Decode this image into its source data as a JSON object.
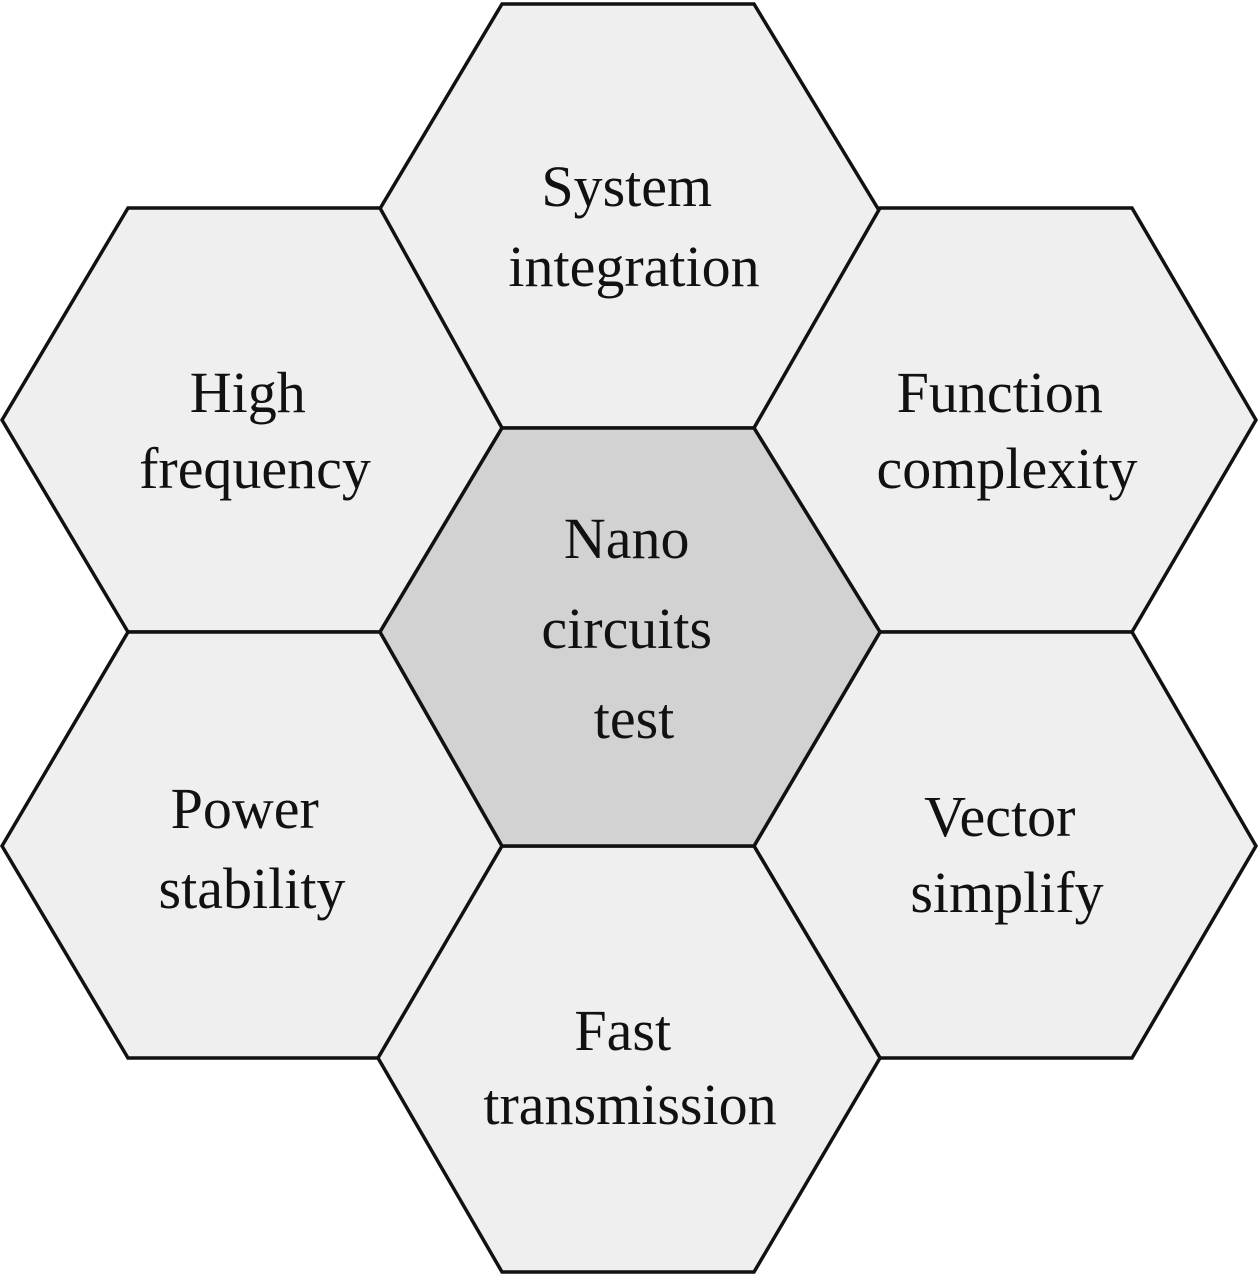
{
  "diagram": {
    "center": {
      "lines": [
        "Nano",
        "circuits",
        "test"
      ],
      "fill": "#d2d2d2"
    },
    "petal_fill": "#efefef",
    "stroke_color": "#111111",
    "petals": [
      {
        "id": "system-integration",
        "lines": [
          "System",
          "integration"
        ]
      },
      {
        "id": "high-frequency",
        "lines": [
          "High",
          "frequency"
        ]
      },
      {
        "id": "function-complexity",
        "lines": [
          "Function",
          "complexity"
        ]
      },
      {
        "id": "power-stability",
        "lines": [
          "Power",
          "stability"
        ]
      },
      {
        "id": "vector-simplify",
        "lines": [
          "Vector",
          "simplify"
        ]
      },
      {
        "id": "fast-transmission",
        "lines": [
          "Fast",
          "transmission"
        ]
      }
    ]
  }
}
